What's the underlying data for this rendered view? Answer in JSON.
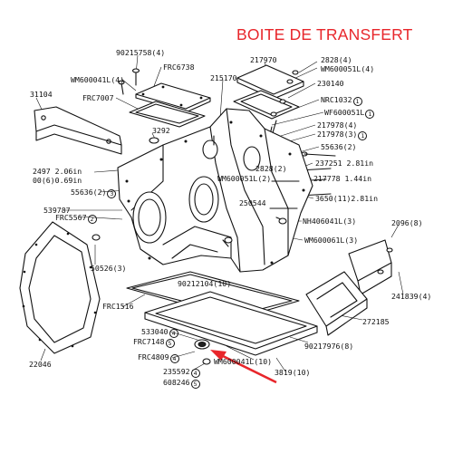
{
  "title": "BOITE DE TRANSFERT",
  "labels": {
    "p90215758": "90215758(4)",
    "frc6738": "FRC6738",
    "wm600041l4": "WM600041L(4)",
    "n31104": "31104",
    "frc7007": "FRC7007",
    "n3292": "3292",
    "n215170": "215170",
    "n217970": "217970",
    "n2828_4": "2828(4)",
    "wm600051l4": "WM600051L(4)",
    "n230140": "230140",
    "nrc1032": "NRC1032",
    "nrc1032_c": "1",
    "wf600051l": "WF600051L",
    "wf600051l_c": "1",
    "n217978_4": "217978(4)",
    "n217978_3": "217978(3)",
    "n217978_3_c": "1",
    "n55636_2r": "55636(2)",
    "n2497": "2497 2.06in",
    "n2497b": "00(6)0.69in",
    "n2828_2": "2828(2)",
    "n237251": "237251 2.81in",
    "n217778": "217778 1.44in",
    "n55636_2l": "55636(2)",
    "n55636_2l_c": "3",
    "wm600051l2": "WM600051L(2)",
    "n3650": "3650(11)2.81in",
    "n539787": "539787",
    "frc5567": "FRC5567",
    "frc5567_c": "2",
    "n250544": "250544",
    "nh406041l3": "NH406041L(3)",
    "n2096_8": "2096(8)",
    "wm600061l3": "WM600061L(3)",
    "n50526_3": "50526(3)",
    "n90212104": "90212104(10)",
    "n241839": "241839(4)",
    "frc1516": "FRC1516",
    "n272185": "272185",
    "n533040": "533040",
    "n533040_c": "4",
    "frc7148": "FRC7148",
    "frc7148_c": "5",
    "n90217976": "90217976(8)",
    "frc4809": "FRC4809",
    "frc4809_c": "4",
    "wm600041l10": "WM600041L(10)",
    "n22046": "22046",
    "n235592": "235592",
    "n235592_c": "4",
    "n3819": "3819(10)",
    "n608246": "608246",
    "n608246_c": "5"
  },
  "colors": {
    "title": "#e8262b",
    "arrow": "#e8262b",
    "line": "#111111"
  }
}
